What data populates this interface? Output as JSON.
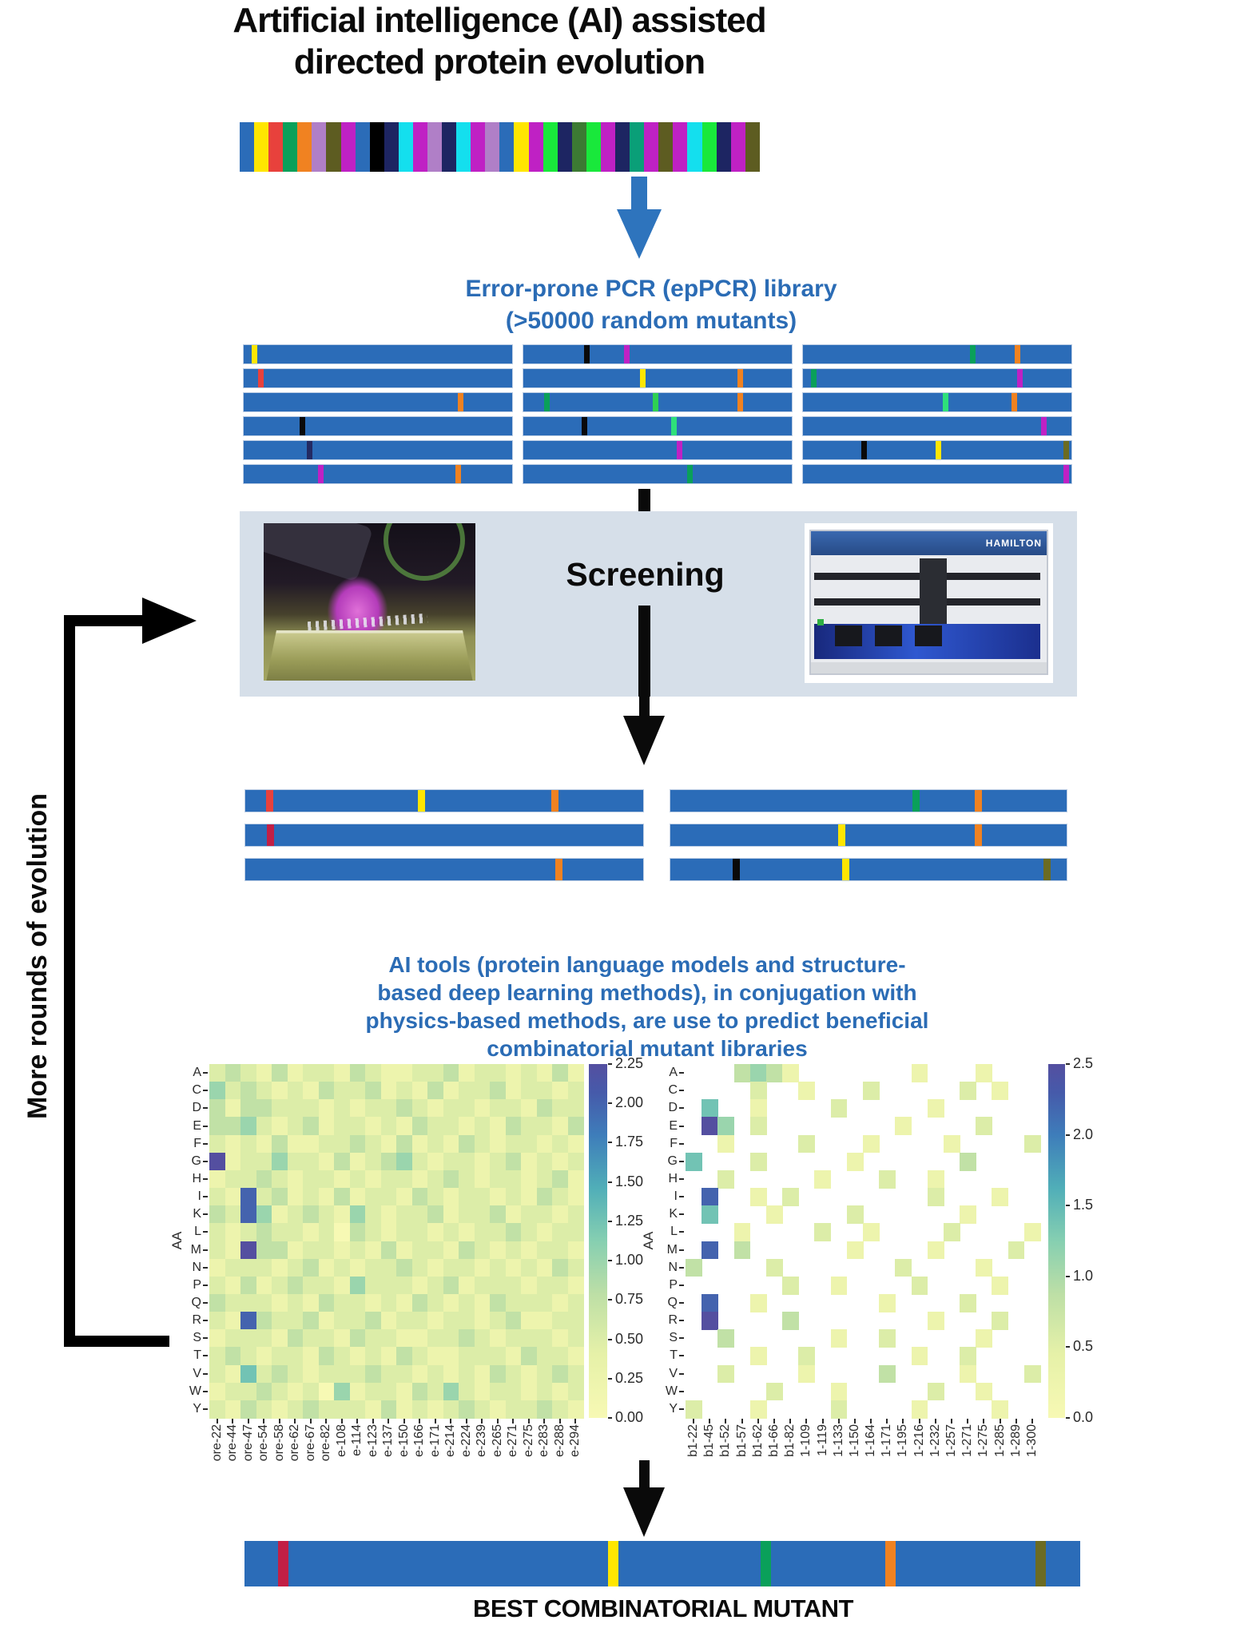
{
  "title": {
    "line1": "Artificial intelligence (AI)  assisted",
    "line2": "directed protein evolution"
  },
  "colors": {
    "gene_blue": "#2b6cb8",
    "text_blue": "#2b6cb5",
    "screen_box": "#d6dfe9",
    "arrow_blue": "#2e74bd"
  },
  "top_bar_segments": [
    "#2b6cb8",
    "#ffe600",
    "#e8413c",
    "#0aa05a",
    "#f08221",
    "#b07fc7",
    "#5d5c21",
    "#bf21c4",
    "#2b6cb8",
    "#000000",
    "#1d2562",
    "#14dfee",
    "#bf21c4",
    "#b07fc7",
    "#1d2562",
    "#14dfee",
    "#bf21c4",
    "#b07fc7",
    "#2b6cb8",
    "#ffe600",
    "#bf21c4",
    "#19e83b",
    "#1d2562",
    "#3c7a33",
    "#19e83b",
    "#bf21c4",
    "#1d2562",
    "#0a9f78",
    "#bf21c4",
    "#5d5c21",
    "#bf21c4",
    "#14dfee",
    "#19e83b",
    "#1d2562",
    "#bf21c4",
    "#5d5c21"
  ],
  "eppcr_label": {
    "line1": "Error-prone PCR (epPCR) library",
    "line2": "(>50000 random mutants)"
  },
  "library_bars": [
    {
      "col": 0,
      "row": 0,
      "marks": [
        {
          "p": 0.03,
          "c": "#ffe600"
        }
      ]
    },
    {
      "col": 1,
      "row": 0,
      "marks": [
        {
          "p": 0.23,
          "c": "#0a0a0a"
        },
        {
          "p": 0.38,
          "c": "#bf21c4"
        }
      ]
    },
    {
      "col": 2,
      "row": 0,
      "marks": [
        {
          "p": 0.63,
          "c": "#0aa05a"
        },
        {
          "p": 0.8,
          "c": "#f08221"
        }
      ]
    },
    {
      "col": 0,
      "row": 1,
      "marks": [
        {
          "p": 0.055,
          "c": "#e8413c"
        }
      ]
    },
    {
      "col": 1,
      "row": 1,
      "marks": [
        {
          "p": 0.44,
          "c": "#ffe600"
        },
        {
          "p": 0.81,
          "c": "#f08221"
        }
      ]
    },
    {
      "col": 2,
      "row": 1,
      "marks": [
        {
          "p": 0.03,
          "c": "#0aa05a"
        },
        {
          "p": 0.81,
          "c": "#bf21c4"
        }
      ]
    },
    {
      "col": 0,
      "row": 2,
      "marks": [
        {
          "p": 0.81,
          "c": "#f08221"
        }
      ]
    },
    {
      "col": 1,
      "row": 2,
      "marks": [
        {
          "p": 0.08,
          "c": "#0aa05a"
        },
        {
          "p": 0.49,
          "c": "#2ed052"
        },
        {
          "p": 0.81,
          "c": "#f08221"
        }
      ]
    },
    {
      "col": 2,
      "row": 2,
      "marks": [
        {
          "p": 0.53,
          "c": "#2ee07a"
        },
        {
          "p": 0.79,
          "c": "#f08221"
        }
      ]
    },
    {
      "col": 0,
      "row": 3,
      "marks": [
        {
          "p": 0.21,
          "c": "#0a0a0a"
        }
      ]
    },
    {
      "col": 1,
      "row": 3,
      "marks": [
        {
          "p": 0.22,
          "c": "#0a0a0a"
        },
        {
          "p": 0.56,
          "c": "#2ee07a"
        }
      ]
    },
    {
      "col": 2,
      "row": 3,
      "marks": [
        {
          "p": 0.9,
          "c": "#bf21c4"
        }
      ]
    },
    {
      "col": 0,
      "row": 4,
      "marks": [
        {
          "p": 0.24,
          "c": "#232a63"
        }
      ]
    },
    {
      "col": 1,
      "row": 4,
      "marks": [
        {
          "p": 0.58,
          "c": "#bf21c4"
        }
      ]
    },
    {
      "col": 2,
      "row": 4,
      "marks": [
        {
          "p": 0.22,
          "c": "#0a0a0a"
        },
        {
          "p": 0.5,
          "c": "#ffe600"
        },
        {
          "p": 0.985,
          "c": "#6b6b22"
        }
      ]
    },
    {
      "col": 0,
      "row": 5,
      "marks": [
        {
          "p": 0.28,
          "c": "#bf21c4"
        },
        {
          "p": 0.8,
          "c": "#f08221"
        }
      ]
    },
    {
      "col": 1,
      "row": 5,
      "marks": [
        {
          "p": 0.62,
          "c": "#0aa05a"
        }
      ]
    },
    {
      "col": 2,
      "row": 5,
      "marks": [
        {
          "p": 0.985,
          "c": "#bf21c4"
        }
      ]
    }
  ],
  "screening": {
    "label": "Screening",
    "machine_brand": "HAMILTON"
  },
  "selected_bars": [
    {
      "col": 0,
      "row": 0,
      "marks": [
        {
          "p": 0.053,
          "c": "#e8413c"
        },
        {
          "p": 0.44,
          "c": "#ffe600"
        },
        {
          "p": 0.78,
          "c": "#f08221"
        }
      ]
    },
    {
      "col": 1,
      "row": 0,
      "marks": [
        {
          "p": 0.62,
          "c": "#0aa05a"
        },
        {
          "p": 0.78,
          "c": "#f08221"
        }
      ]
    },
    {
      "col": 0,
      "row": 1,
      "marks": [
        {
          "p": 0.055,
          "c": "#c21f45"
        }
      ]
    },
    {
      "col": 1,
      "row": 1,
      "marks": [
        {
          "p": 0.43,
          "c": "#ffe600"
        },
        {
          "p": 0.78,
          "c": "#f08221"
        }
      ]
    },
    {
      "col": 0,
      "row": 2,
      "marks": [
        {
          "p": 0.79,
          "c": "#f08221"
        }
      ]
    },
    {
      "col": 1,
      "row": 2,
      "marks": [
        {
          "p": 0.16,
          "c": "#0a0a0a"
        },
        {
          "p": 0.44,
          "c": "#ffe600"
        },
        {
          "p": 0.955,
          "c": "#6b6b22"
        }
      ]
    }
  ],
  "ai_note": {
    "line1": "AI tools (protein language models and structure-",
    "line2": "based deep learning methods), in conjugation with",
    "line3": "physics-based methods, are use to predict beneficial",
    "line4": "combinatorial mutant libraries"
  },
  "loop_label": "More rounds of evolution",
  "final_bar": {
    "marks": [
      {
        "p": 0.041,
        "c": "#c21f45"
      },
      {
        "p": 0.44,
        "c": "#ffe600"
      },
      {
        "p": 0.625,
        "c": "#0aa05a"
      },
      {
        "p": 0.776,
        "c": "#f08221"
      },
      {
        "p": 0.958,
        "c": "#6b6b22"
      }
    ]
  },
  "final_label": "BEST COMBINATORIAL MUTANT",
  "chart_data": [
    {
      "type": "heatmap",
      "ylabel": "AA",
      "y_labels": [
        "A",
        "C",
        "D",
        "E",
        "F",
        "G",
        "H",
        "I",
        "K",
        "L",
        "M",
        "N",
        "P",
        "Q",
        "R",
        "S",
        "T",
        "V",
        "W",
        "Y"
      ],
      "x_labels": [
        "ore-22",
        "ore-44",
        "ore-47",
        "ore-54",
        "ore-58",
        "ore-62",
        "ore-67",
        "ore-82",
        "e-108",
        "e-114",
        "e-123",
        "e-137",
        "e-150",
        "e-166",
        "e-171",
        "e-214",
        "e-224",
        "e-239",
        "e-265",
        "e-271",
        "e-275",
        "e-283",
        "e-288",
        "e-294"
      ],
      "vmin": 0,
      "vmax": 2.25,
      "colorbar_ticks": [
        "2.25",
        "2.00",
        "1.75",
        "1.50",
        "1.25",
        "1.00",
        "0.75",
        "0.50",
        "0.25",
        "0.00"
      ],
      "encoding": "digit d => value = d/9*vmax ; '.' => missing (white)",
      "cells_encoded": [
        "232131221321122312212131",
        "423212132231213122312212",
        "313322212122321221221322",
        "334212312212132212132213",
        "212131122321312132122121",
        "912242213123421221231212",
        "122321221212212321221231",
        "218231213122132122121321",
        "328412321421223122312212",
        "212322120321221212232122",
        "219331221213122132121221",
        "122212312122321221212132",
        "213123221422212312221221",
        "322212132212132121322212",
        "218322312231221221231122",
        "122213221322112232122212",
        "232122132121321122213221",
        "215232122232212121321232",
        "122321204122132421221212",
        "213212322213121232122321"
      ]
    },
    {
      "type": "heatmap",
      "ylabel": "AA",
      "y_labels": [
        "A",
        "C",
        "D",
        "E",
        "F",
        "G",
        "H",
        "I",
        "K",
        "L",
        "M",
        "N",
        "P",
        "Q",
        "R",
        "S",
        "T",
        "V",
        "W",
        "Y"
      ],
      "x_labels": [
        "b1-22",
        "b1-45",
        "b1-52",
        "b1-57",
        "b1-62",
        "b1-66",
        "b1-82",
        "1-109",
        "1-119",
        "1-133",
        "1-150",
        "1-164",
        "1-171",
        "1-195",
        "1-216",
        "1-232",
        "1-257",
        "1-271",
        "1-275",
        "1-285",
        "1-289",
        "1-300"
      ],
      "vmin": 0,
      "vmax": 2.5,
      "colorbar_ticks": [
        "2.5",
        "2.0",
        "1.5",
        "1.0",
        "0.5",
        "0.0"
      ],
      "encoding": "digit d => value = d/9*vmax ; '.' => missing (white)",
      "cells_encoded": [
        "...3431.......1...1...",
        "....2..1...2.....2.1..",
        ".5..1....2.....1......",
        ".94.2........1....2...",
        "..1....2...1....1....2",
        "5...2.....1......3....",
        "..2.....1...2..1......",
        ".8..1.2........2...1..",
        ".5...1....2......1....",
        "...1....2..1....2....1",
        ".8.3......1....1....2.",
        "3....2.......2....1...",
        "......2..1....2....1..",
        ".8..1.......1....2....",
        ".9....3........1...2..",
        "..3......1..2.....1...",
        "....1..2......1..2....",
        "..2....1....3....1...2",
        ".....2...1.....2..1...",
        "2...1....2....1....1.."
      ]
    }
  ],
  "colormap_stops": [
    "#f7f9b4",
    "#e6f1a8",
    "#bddfa6",
    "#86cfb1",
    "#50aeb8",
    "#3e7dba",
    "#465aaa",
    "#544fa0"
  ]
}
